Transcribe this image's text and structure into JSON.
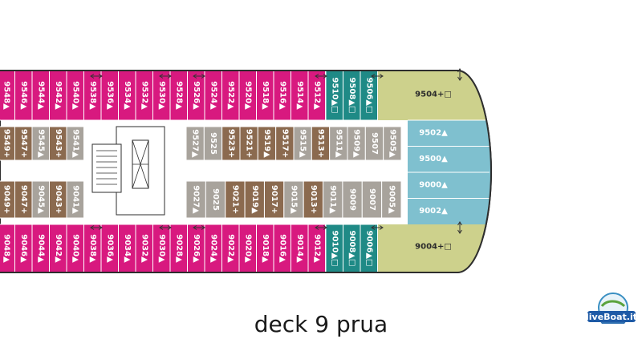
{
  "caption": "deck 9 prua",
  "logo_text": "liveBoat.it",
  "colors": {
    "magenta": "#d8197f",
    "teal": "#1f8a86",
    "grey": "#a8a39c",
    "brown": "#8b6a4f",
    "light_blue": "#7fc0cf",
    "olive": "#cdd18c",
    "outline": "#2e2e2e"
  },
  "legend_symbols": {
    "balcony": "▲",
    "suite_marker": "□",
    "connecting": "+"
  },
  "cabins": {
    "top_outer": [
      "9548▲",
      "9546▲",
      "9544▲",
      "9542▲",
      "9540▲",
      "9538▲",
      "9536▲",
      "9534▲",
      "9532▲",
      "9530▲",
      "9528▲",
      "9526▲",
      "9524▲",
      "9522▲",
      "9520▲",
      "9518▲",
      "9516▲",
      "9514▲",
      "9512▲"
    ],
    "top_outer_teal": [
      "9510▲□",
      "9508▲□",
      "9506▲□"
    ],
    "top_inner": [
      "9549+",
      "9547+",
      "9545▲",
      "9543+",
      "9541▲",
      "9527▲",
      "9525",
      "9523+",
      "9521+",
      "9519▲",
      "9517+",
      "9515▲",
      "9513+",
      "9511▲",
      "9509▲",
      "9507",
      "9505▲"
    ],
    "bottom_inner": [
      "9049+",
      "9047+",
      "9045▲",
      "9043+",
      "9041▲",
      "9027▲",
      "9025",
      "9021+",
      "9019▲",
      "9017+",
      "9015▲",
      "9013+",
      "9011▲",
      "9009",
      "9007",
      "9005▲"
    ],
    "bottom_outer": [
      "9048▲",
      "9046▲",
      "9044▲",
      "9042▲",
      "9040▲",
      "9038▲",
      "9036▲",
      "9034▲",
      "9032▲",
      "9030▲",
      "9028▲",
      "9026▲",
      "9024▲",
      "9022▲",
      "9020▲",
      "9018▲",
      "9016▲",
      "9014▲",
      "9012▲"
    ],
    "bottom_outer_teal": [
      "9010▲□",
      "9008▲□",
      "9006▲□"
    ],
    "bow_suites": [
      "9504+□",
      "9004+□"
    ],
    "bow_blue": [
      "9502▲",
      "9500▲",
      "9000▲",
      "9002▲"
    ]
  }
}
